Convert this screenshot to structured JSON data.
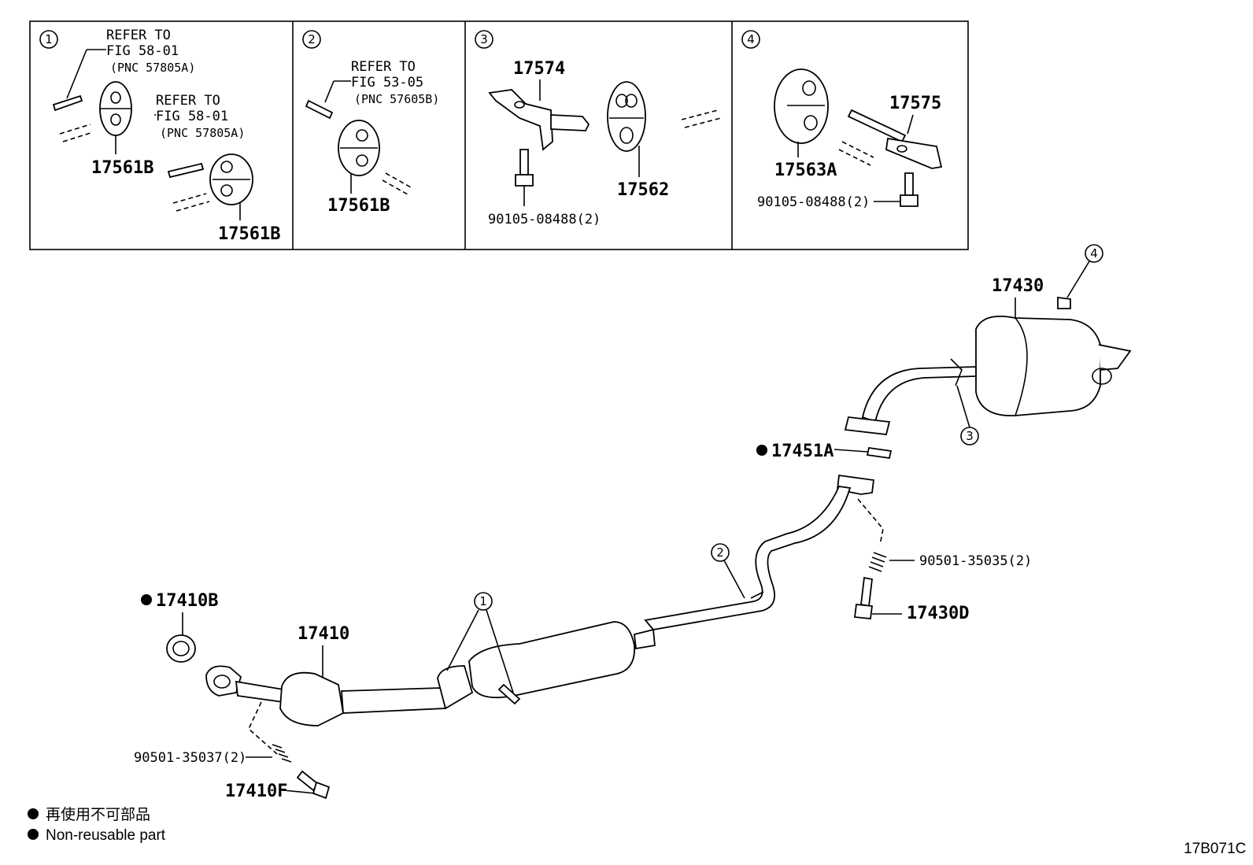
{
  "boxes": [
    {
      "number": "1",
      "refer_a": [
        "REFER TO",
        "FIG 58-01",
        "(PNC 57805A)"
      ],
      "refer_b": [
        "REFER TO",
        "FIG 58-01",
        "(PNC 57805A)"
      ],
      "part_a": "17561B",
      "part_b": "17561B"
    },
    {
      "number": "2",
      "refer": [
        "REFER TO",
        "FIG 53-05",
        "(PNC 57605B)"
      ],
      "part": "17561B"
    },
    {
      "number": "3",
      "part_a": "17574",
      "part_b": "17562",
      "bolt": "90105-08488(2)"
    },
    {
      "number": "4",
      "part_a": "17563A",
      "part_b": "17575",
      "bolt": "90105-08488(2)"
    }
  ],
  "main": {
    "muffler": "17430",
    "gasket_rear": "17451A",
    "spring_rear": "90501-35035(2)",
    "bolt_rear": "17430D",
    "gasket_front": "17410B",
    "pipe_front": "17410",
    "spring_front": "90501-35037(2)",
    "bolt_front": "17410F",
    "callout_1": "1",
    "callout_2": "2",
    "callout_3": "3",
    "callout_4": "4"
  },
  "legend": {
    "jp": "再使用不可部品",
    "en": "Non-reusable part"
  },
  "figure_code": "17B071C"
}
